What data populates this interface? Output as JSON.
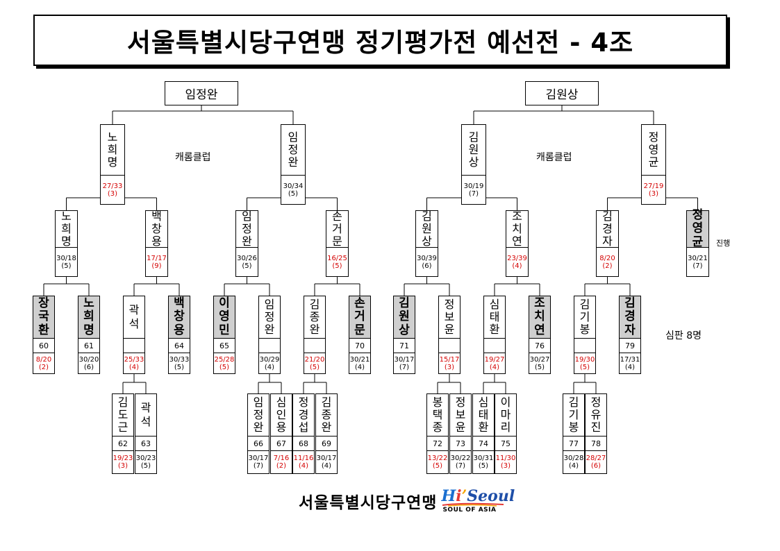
{
  "title": "서울특별시당구연맹 정기평가전 예선전 - 4조",
  "champions": [
    {
      "name": "임정완",
      "x": 0,
      "id": "champ-left"
    },
    {
      "name": "김원상",
      "id": "champ-right"
    }
  ],
  "club_labels": [
    "캐롬클럽",
    "캐롬클럽"
  ],
  "side_labels": {
    "progress": "진행",
    "referee": "심판 8명"
  },
  "players": [
    {
      "name": "노희명",
      "score": "27/33",
      "rank": "(3)",
      "red": true
    },
    {
      "name": "임정완",
      "score": "30/34",
      "rank": "(5)",
      "red": false
    },
    {
      "name": "김원상",
      "score": "30/19",
      "rank": "(7)",
      "red": false
    },
    {
      "name": "정영균",
      "score": "27/19",
      "rank": "(3)",
      "red": true
    },
    {
      "name": "노희명",
      "score": "30/18",
      "rank": "(5)",
      "red": false
    },
    {
      "name": "백창용",
      "score": "17/17",
      "rank": "(9)",
      "red": true
    },
    {
      "name": "임정완",
      "score": "30/26",
      "rank": "(5)",
      "red": false
    },
    {
      "name": "손거문",
      "score": "16/25",
      "rank": "(5)",
      "red": true
    },
    {
      "name": "김원상",
      "score": "30/39",
      "rank": "(6)",
      "red": false
    },
    {
      "name": "조치연",
      "score": "23/39",
      "rank": "(4)",
      "red": true
    },
    {
      "name": "김경자",
      "score": "8/20",
      "rank": "(2)",
      "red": true
    },
    {
      "name": "정영균",
      "score": "30/21",
      "rank": "(7)",
      "red": false,
      "shade": true
    },
    {
      "name": "장국환",
      "num": "60",
      "score": "8/20",
      "rank": "(2)",
      "red": true,
      "shade": true
    },
    {
      "name": "노희명",
      "num": "61",
      "score": "30/20",
      "rank": "(6)",
      "red": false,
      "shade": true
    },
    {
      "name": "곽석",
      "num": "",
      "score": "25/33",
      "rank": "(4)",
      "red": true,
      "spread": true
    },
    {
      "name": "백창용",
      "num": "64",
      "score": "30/33",
      "rank": "(5)",
      "red": false,
      "shade": true
    },
    {
      "name": "이영민",
      "num": "65",
      "score": "25/28",
      "rank": "(5)",
      "red": true,
      "shade": true
    },
    {
      "name": "임정완",
      "num": "",
      "score": "30/29",
      "rank": "(4)",
      "red": false
    },
    {
      "name": "김종완",
      "num": "",
      "score": "21/20",
      "rank": "(5)",
      "red": true
    },
    {
      "name": "손거문",
      "num": "70",
      "score": "30/21",
      "rank": "(4)",
      "red": false,
      "shade": true
    },
    {
      "name": "김원상",
      "num": "71",
      "score": "30/17",
      "rank": "(7)",
      "red": false,
      "shade": true
    },
    {
      "name": "정보윤",
      "num": "",
      "score": "15/17",
      "rank": "(3)",
      "red": true
    },
    {
      "name": "심태환",
      "num": "",
      "score": "19/27",
      "rank": "(4)",
      "red": true
    },
    {
      "name": "조치연",
      "num": "76",
      "score": "30/27",
      "rank": "(5)",
      "red": false,
      "shade": true
    },
    {
      "name": "김기봉",
      "num": "",
      "score": "19/30",
      "rank": "(5)",
      "red": true
    },
    {
      "name": "김경자",
      "num": "79",
      "score": "17/31",
      "rank": "(4)",
      "red": false,
      "shade": true
    },
    {
      "name": "김도근",
      "num": "62",
      "score": "19/23",
      "rank": "(3)",
      "red": true
    },
    {
      "name": "곽석",
      "num": "63",
      "score": "30/23",
      "rank": "(5)",
      "red": false,
      "spread": true
    },
    {
      "name": "임정완",
      "num": "66",
      "score": "30/17",
      "rank": "(7)",
      "red": false
    },
    {
      "name": "심인용",
      "num": "67",
      "score": "7/16",
      "rank": "(2)",
      "red": true
    },
    {
      "name": "정경섭",
      "num": "68",
      "score": "11/16",
      "rank": "(4)",
      "red": true
    },
    {
      "name": "김종완",
      "num": "69",
      "score": "30/17",
      "rank": "(4)",
      "red": false
    },
    {
      "name": "봉택종",
      "num": "72",
      "score": "13/22",
      "rank": "(5)",
      "red": true
    },
    {
      "name": "정보윤",
      "num": "73",
      "score": "30/22",
      "rank": "(7)",
      "red": false
    },
    {
      "name": "심태환",
      "num": "74",
      "score": "30/31",
      "rank": "(5)",
      "red": false
    },
    {
      "name": "이마리",
      "num": "75",
      "score": "11/30",
      "rank": "(3)",
      "red": true
    },
    {
      "name": "김기봉",
      "num": "77",
      "score": "30/28",
      "rank": "(4)",
      "red": false
    },
    {
      "name": "정유진",
      "num": "78",
      "score": "28/27",
      "rank": "(6)",
      "red": true
    }
  ],
  "footer": {
    "org": "서울특별시당구연맹",
    "logo_main": "Hi Seoul",
    "logo_sub": "SOUL OF ASIA"
  },
  "colors": {
    "loss_red": "#d40000",
    "shade_gray": "#cfcfcf",
    "line": "#000000"
  }
}
